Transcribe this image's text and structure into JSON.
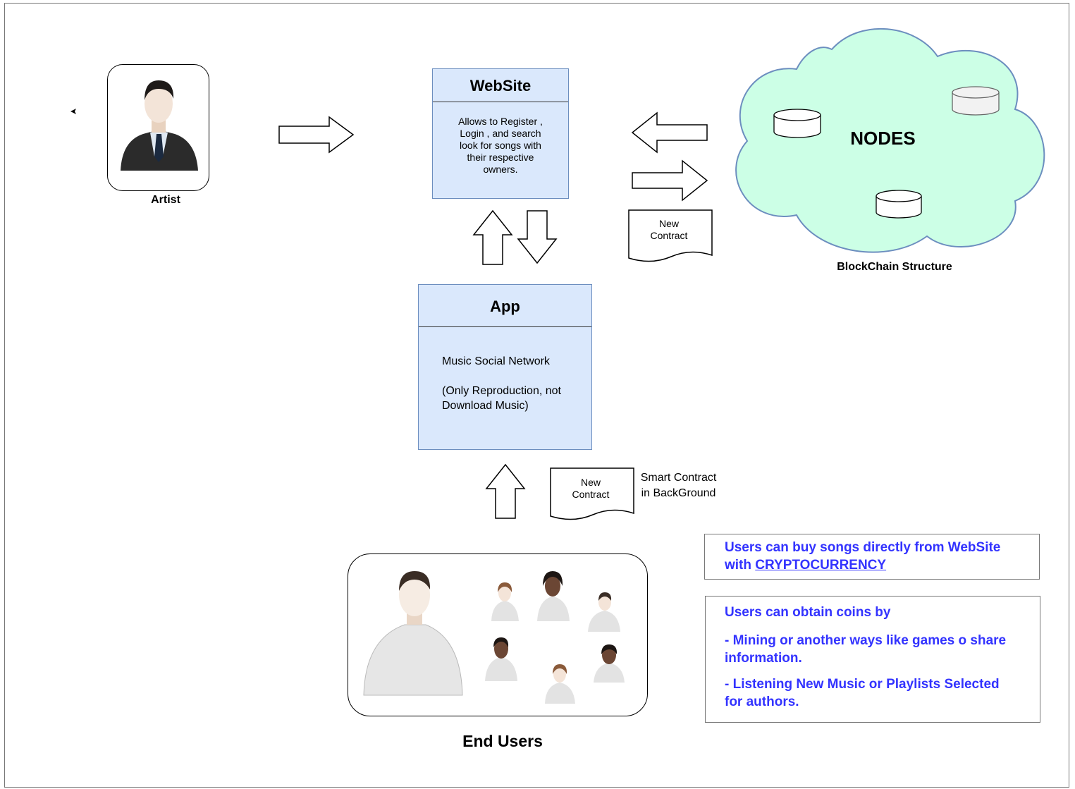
{
  "artist": {
    "label": "Artist"
  },
  "website": {
    "title": "WebSite",
    "description": "Allows to Register , Login , and search look for songs with their respective owners."
  },
  "app": {
    "title": "App",
    "line1": "Music Social Network",
    "line2": "(Only Reproduction, not Download Music)"
  },
  "cloud": {
    "title": "NODES",
    "caption": "BlockChain Structure"
  },
  "contracts": {
    "top": "New Contract",
    "bottom": "New Contract",
    "smart_label": "Smart Contract in BackGround"
  },
  "end_users": {
    "label": "End Users"
  },
  "notes": {
    "buy_prefix": "Users can buy songs directly from WebSite with ",
    "buy_link": "CRYPTOCURRENCY",
    "coins_title": "Users can obtain coins by",
    "coins_item1": "- Mining or another ways like games o share information.",
    "coins_item2": "- Listening New Music or Playlists Selected for authors."
  },
  "colors": {
    "box_fill": "#dae8fc",
    "box_border": "#6c8ebf",
    "cloud_fill": "#ccffe6",
    "cloud_border": "#6c8ebf",
    "note_text": "#3333ff"
  }
}
